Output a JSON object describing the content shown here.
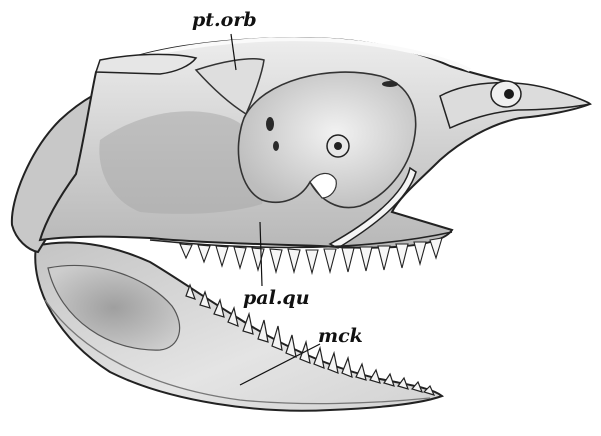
{
  "labels": {
    "pt_orb": "pt.orb",
    "pal_qu": "pal.qu",
    "mck": "mck"
  },
  "colors": {
    "ink": "#111111",
    "bone": "#d2d2d2",
    "bone_light": "#ececec",
    "bone_dark": "#9a9a9a",
    "background": "#ffffff"
  }
}
